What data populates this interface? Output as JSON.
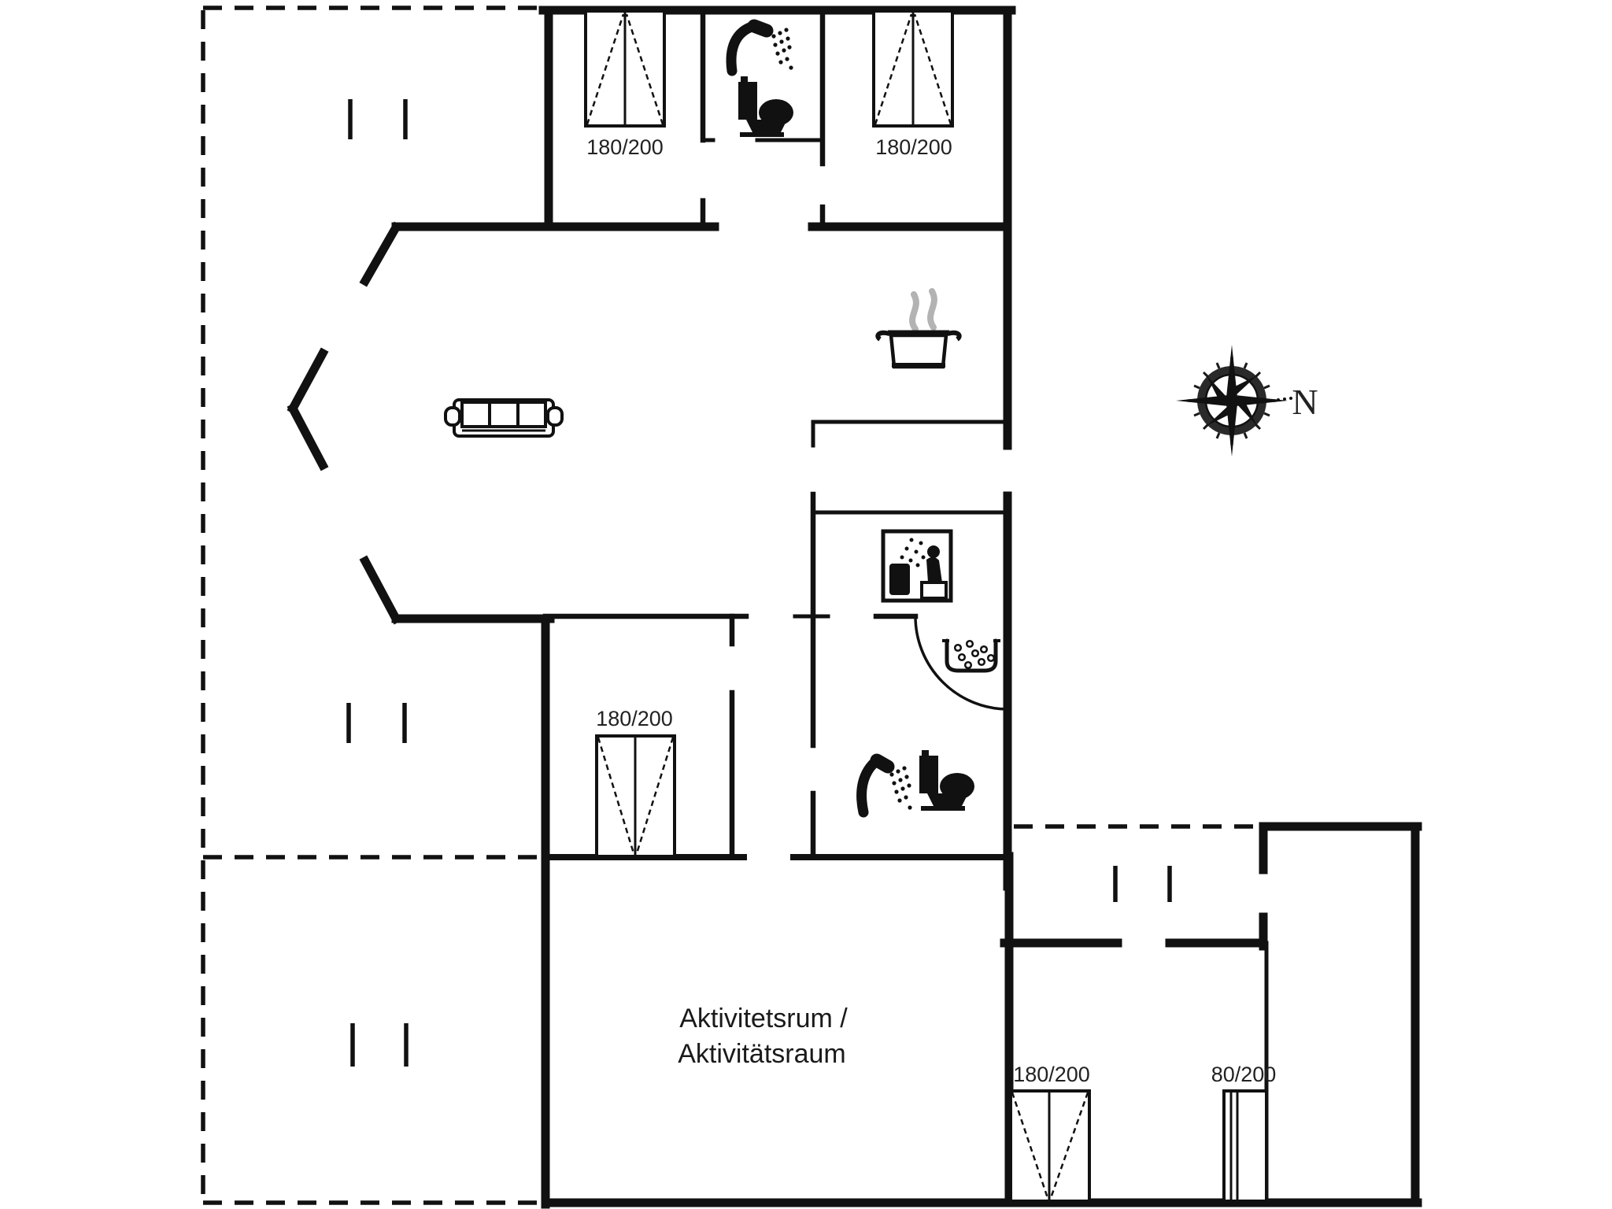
{
  "plan": {
    "type": "floor-plan",
    "activity_room": {
      "label_line1": "Aktivitetsrum /",
      "label_line2": "Aktivitätsraum"
    },
    "compass": {
      "label": "N"
    },
    "beds": [
      {
        "size": "180/200"
      },
      {
        "size": "180/200"
      },
      {
        "size": "180/200"
      },
      {
        "size": "180/200"
      },
      {
        "size": "80/200"
      }
    ],
    "icons": [
      "shower-icon",
      "toilet-icon",
      "cooking-pot-icon",
      "sofa-icon",
      "sauna-icon",
      "washbasin-icon",
      "shower-icon",
      "toilet-icon",
      "door-swing-icon",
      "compass-rose-icon"
    ],
    "colors": {
      "line": "#111111",
      "steam": "#b3b3b3",
      "background": "#ffffff"
    }
  }
}
